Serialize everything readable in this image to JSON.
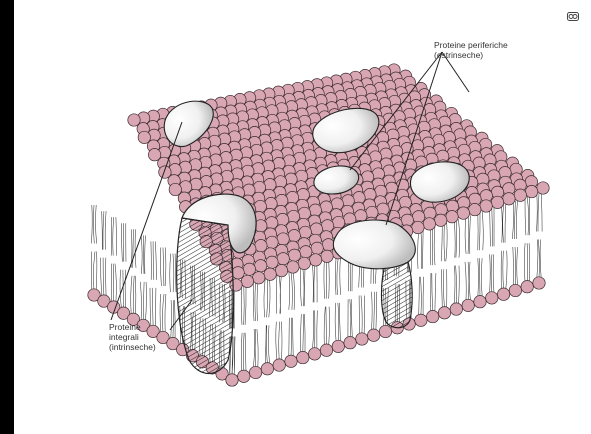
{
  "diagram": {
    "labels": {
      "peripheral": {
        "line1": "Proteine periferiche",
        "line2": "(estrinseche)"
      },
      "integral": {
        "line1": "Proteine",
        "line2": "integrali",
        "line3": "(intrinseche)"
      }
    },
    "colors": {
      "background": "#000000",
      "slide": "#ffffff",
      "phospholipid_head": "#d9a6b3",
      "head_outline": "#3a2a2e",
      "protein_fill": "#ffffff",
      "line": "#222222"
    },
    "icons": {
      "publisher_logo": "publisher-logo-icon"
    }
  }
}
